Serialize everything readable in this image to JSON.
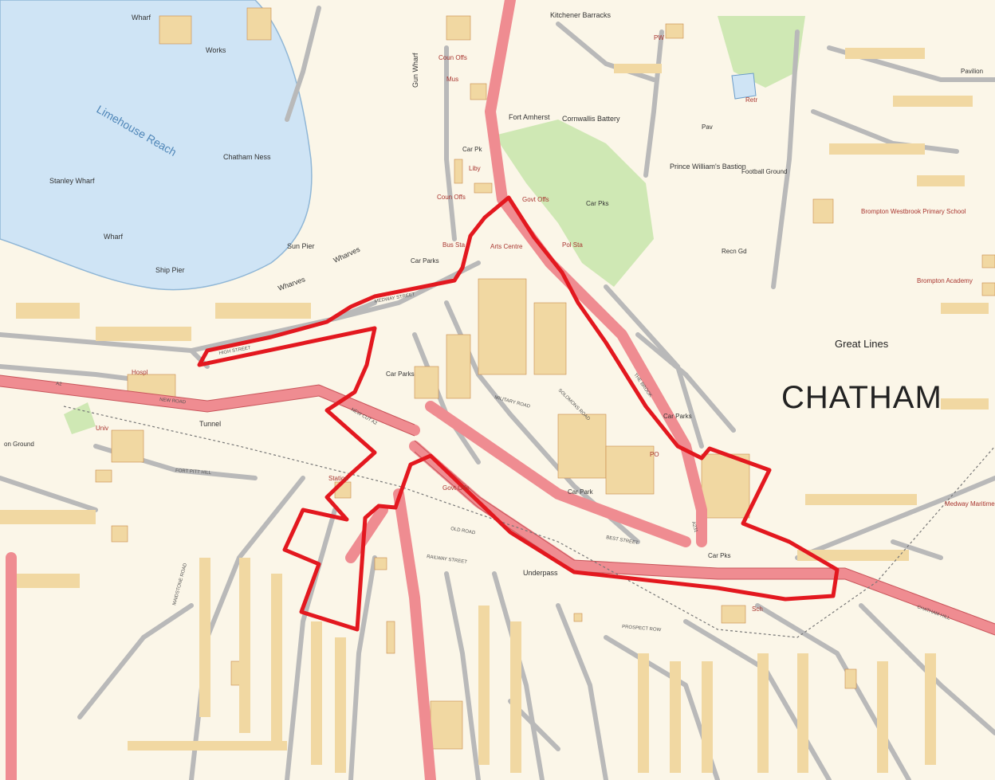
{
  "map": {
    "town_label": "CHATHAM",
    "area_label": "Great Lines",
    "water": {
      "reach": "Limehouse Reach",
      "wharf_labels": [
        "Wharf",
        "Wharf",
        "Wharves",
        "Wharves"
      ],
      "sun_pier": "Sun Pier",
      "ship_pier": "Ship Pier",
      "gun_wharf": "Gun Wharf"
    },
    "places": {
      "works": "Works",
      "stanley_wharf": "Stanley Wharf",
      "chatham_ness": "Chatham Ness",
      "kitchener_barracks": "Kitchener Barracks",
      "fort_amherst": "Fort Amherst",
      "cornwallis_battery": "Cornwallis Battery",
      "prince_williams_bastion": "Prince William's Bastion",
      "football_ground": "Football Ground",
      "pavilion": "Pavilion",
      "brompton_westbrook": "Brompton Westbrook Primary School",
      "brompton_academy": "Brompton Academy",
      "medway_hospital": "Medway Maritime Hospital",
      "tunnel": "Tunnel",
      "station": "Station",
      "underpass": "Underpass",
      "recn_gd": "Recn Gd",
      "rec_ground_left": "on Ground",
      "univ": "Univ"
    },
    "poi_labels": {
      "coun_offs": "Coun Offs",
      "mus": "Mus",
      "car_pk": "Car Pk",
      "liby": "Liby",
      "coun_offs_2": "Coun Offs",
      "govt_offs": "Govt Offs",
      "car_pks": "Car Pks",
      "pol_sta": "Pol Sta",
      "bus_sta": "Bus Sta",
      "arts_centre": "Arts Centre",
      "car_parks": "Car Parks",
      "car_parks_2": "Car Parks",
      "car_parks_3": "Car Parks",
      "car_park": "Car Park",
      "car_pks_2": "Car Pks",
      "hospl": "Hospl",
      "retr": "Retr",
      "pav": "Pav",
      "pw": "PW",
      "po": "PO",
      "sch": "Sch",
      "govt_offs_2": "Govt Offs"
    },
    "road_labels": {
      "high_street": "HIGH STREET",
      "medway_street": "MEDWAY STREET",
      "new_road": "NEW ROAD",
      "new_cut": "NEW CUT A2",
      "best_street": "BEST STREET",
      "fort_pitt_hill": "FORT PITT HILL",
      "old_road": "OLD ROAD",
      "railway_street": "RAILWAY STREET",
      "the_brook": "THE BROOK",
      "chatham_hill": "CHATHAM HILL",
      "a2": "A2",
      "a231": "A231",
      "prospect_row": "PROSPECT ROW",
      "solomons_road": "SOLOMONS ROAD",
      "maidstone_road": "MAIDSTONE ROAD",
      "military_road": "MILITARY ROAD"
    },
    "colors": {
      "land": "#fbf6e8",
      "water": "#cfe4f5",
      "building": "#f1d8a2",
      "building_outline": "#c98a4a",
      "major_road": "#ef8c91",
      "minor_road": "#b9b9b9",
      "green": "#cfe8b4",
      "boundary": "#e3181f"
    }
  }
}
